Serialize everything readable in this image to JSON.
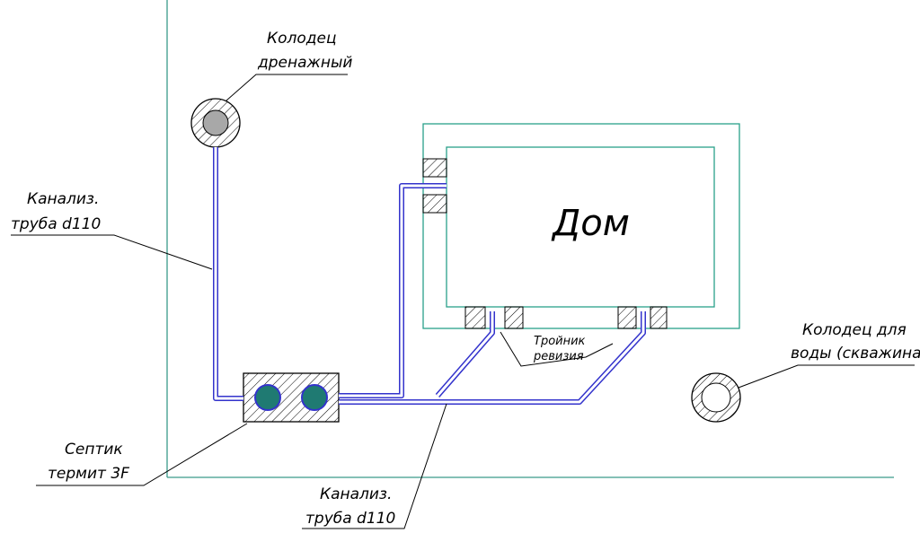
{
  "labels": {
    "drain_well": [
      "Колодец",
      "дренажный"
    ],
    "sewer_pipe_left": [
      "Канализ.",
      "труба d110"
    ],
    "house": "Дом",
    "tee": [
      "Тройник",
      "ревизия"
    ],
    "water_well": [
      "Колодец для",
      "воды (скважина)"
    ],
    "septic": [
      "Септик",
      "термит 3F"
    ],
    "sewer_pipe_bottom": [
      "Канализ.",
      "труба d110"
    ]
  },
  "colors": {
    "boundary": "#3a9a8a",
    "house_outline": "#2aa08a",
    "pipe": "#3333cc",
    "septic_fill": "#1f7a72",
    "drain_core": "#a8a8a8",
    "ink": "#000000"
  }
}
